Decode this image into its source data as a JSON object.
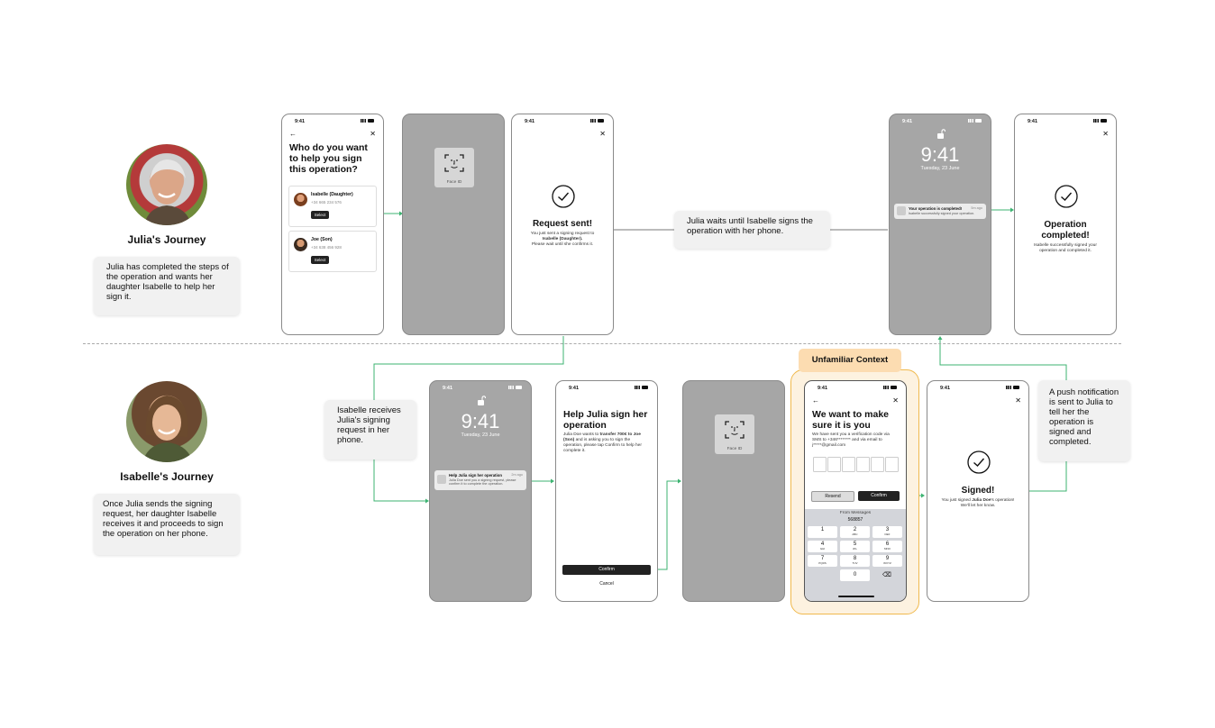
{
  "julia": {
    "name": "Julia's Journey",
    "note": "Julia has completed the steps of the operation and wants her daughter Isabelle to help her sign it."
  },
  "isabelle": {
    "name": "Isabelle's Journey",
    "note": "Once Julia sends the signing request, her daughter Isabelle receives it and proceeds to sign the operation on her phone."
  },
  "notes": {
    "julia_waits": "Julia waits until Isabelle signs the operation with her phone.",
    "isabelle_receives": "Isabelle receives Julia's signing request in her phone.",
    "push_sent": "A push notification is sent to Julia to tell her the operation is signed and completed."
  },
  "unfamiliar_label": "Unfamiliar Context",
  "status_time": "9:41",
  "lock": {
    "time": "9:41",
    "date": "Tuesday, 23 June"
  },
  "faceid_label": "Face ID",
  "screen_select": {
    "title": "Who do you want to help you sign this operation?",
    "contacts": [
      {
        "name": "Isabelle (Daughter)",
        "phone": "+34 665 234 576",
        "button": "Select"
      },
      {
        "name": "Joe (Son)",
        "phone": "+34 638 456 928",
        "button": "Select"
      }
    ]
  },
  "screen_sent": {
    "title": "Request sent!",
    "line1": "You just sent a signing request to",
    "line2": "Isabelle (Daughter).",
    "line3": "Please wait until she confirms it."
  },
  "julia_notif": {
    "title": "Your operation is completed!",
    "body": "Isabelle successfully signed your operation.",
    "ago": "5m ago"
  },
  "screen_completed": {
    "title": "Operation completed!",
    "body": "Isabelle successfully signed your operation and completed it."
  },
  "isabelle_notif": {
    "title": "Help Julia sign her operation",
    "body": "Julia Doe sent you a signing request, please confirm it to complete the operation.",
    "ago": "2m ago"
  },
  "screen_help": {
    "title": "Help Julia sign her operation",
    "body_pre": "Julia Doe wants to ",
    "body_bold": "transfer 700€ to Joe (Son)",
    "body_post": " and is asking you to sign the operation, please tap Confirm to help her complete it.",
    "confirm": "Confirm",
    "cancel": "Cancel"
  },
  "screen_verify": {
    "title": "We want to make sure it is you",
    "body": "We have sent you a verification code via SMS to +346******** and via email to j*****@gmail.com",
    "resend": "Resend",
    "confirm": "Confirm",
    "from_messages": "From Messages",
    "code": "568857",
    "keys": [
      {
        "n": "1",
        "s": ""
      },
      {
        "n": "2",
        "s": "ABC"
      },
      {
        "n": "3",
        "s": "DEF"
      },
      {
        "n": "4",
        "s": "GHI"
      },
      {
        "n": "5",
        "s": "JKL"
      },
      {
        "n": "6",
        "s": "MNO"
      },
      {
        "n": "7",
        "s": "PQRS"
      },
      {
        "n": "8",
        "s": "TUV"
      },
      {
        "n": "9",
        "s": "WXYZ"
      },
      {
        "n": "0",
        "s": ""
      }
    ]
  },
  "screen_signed": {
    "title": "Signed!",
    "line1_pre": "You just signed ",
    "line1_bold": "Julia Doe",
    "line1_post": "'s operation!",
    "line2": "We'll let her know."
  }
}
